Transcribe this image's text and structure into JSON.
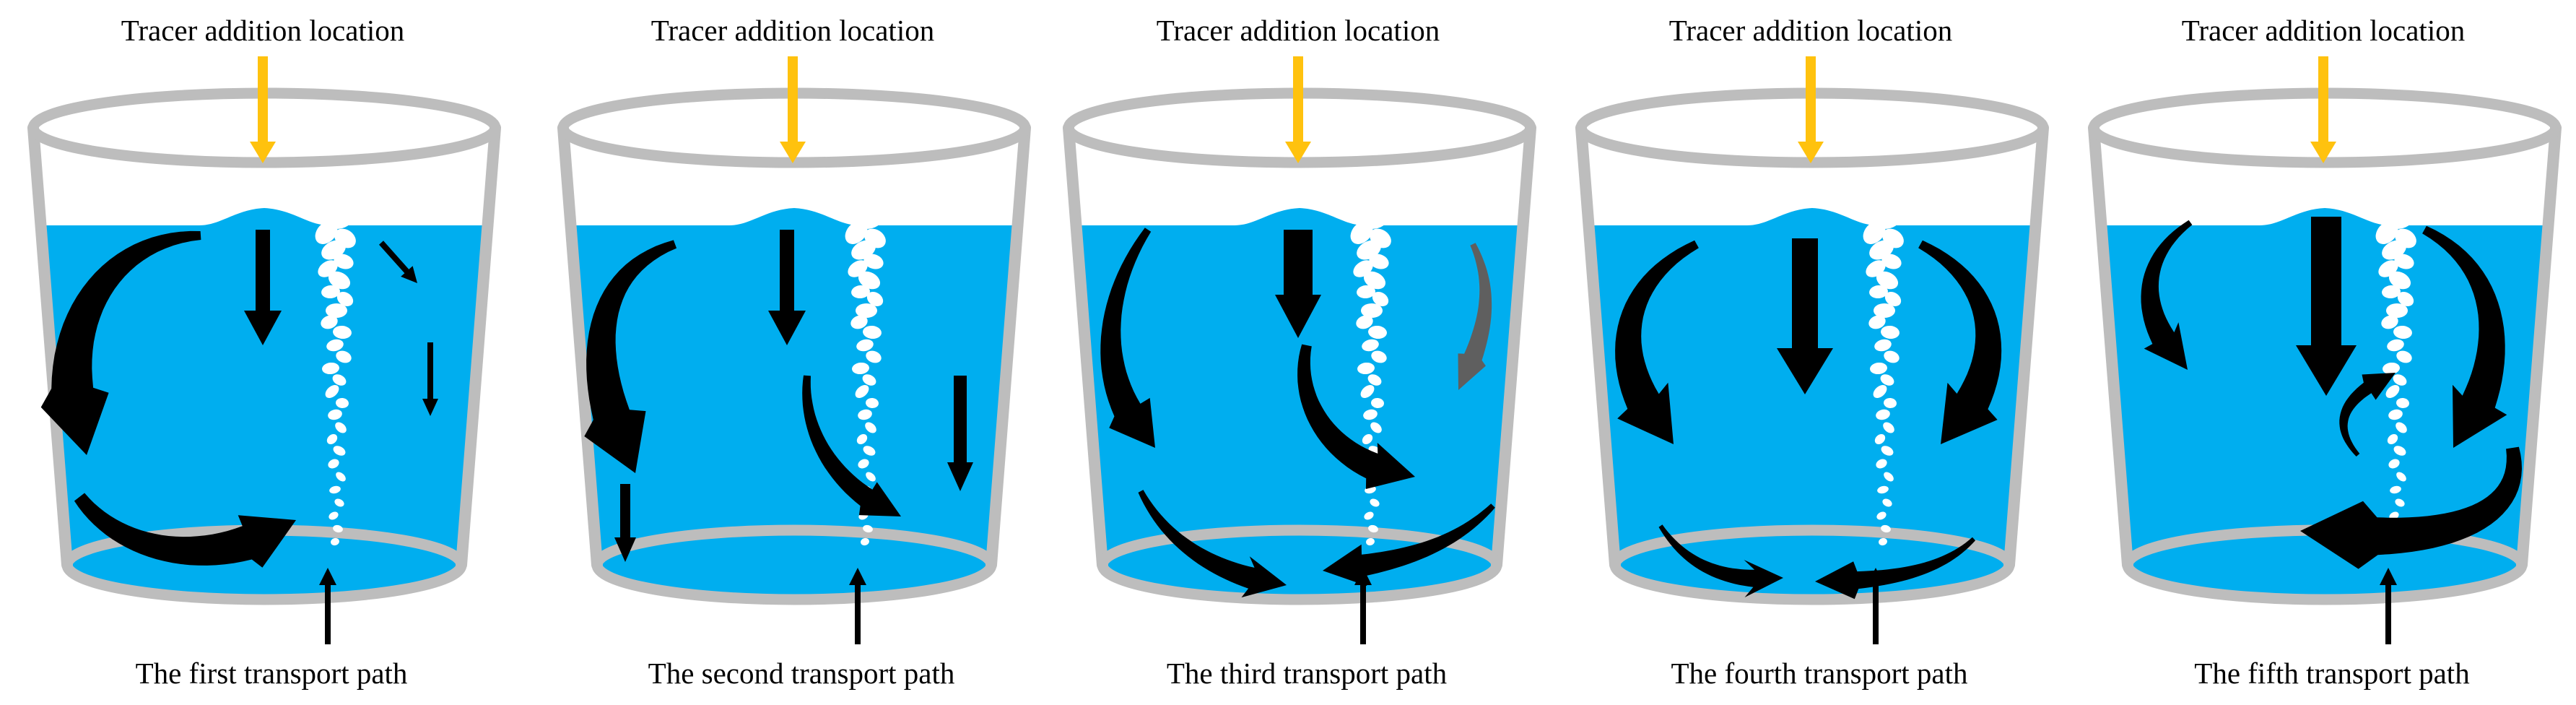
{
  "colors": {
    "water": "#00AEEF",
    "cup": "#BDBDBD",
    "arrow": "#000000",
    "tracer_arrow": "#FFC20E",
    "tracer_particles": "#FFFFFF",
    "gray_arrow": "#5F5F5F"
  },
  "panels": [
    {
      "top_label": "Tracer addition location",
      "bottom_label": "The first transport path"
    },
    {
      "top_label": "Tracer addition location",
      "bottom_label": "The second transport path"
    },
    {
      "top_label": "Tracer addition location",
      "bottom_label": "The third transport path"
    },
    {
      "top_label": "Tracer addition location",
      "bottom_label": "The fourth transport path"
    },
    {
      "top_label": "Tracer addition location",
      "bottom_label": "The fifth transport path"
    }
  ]
}
